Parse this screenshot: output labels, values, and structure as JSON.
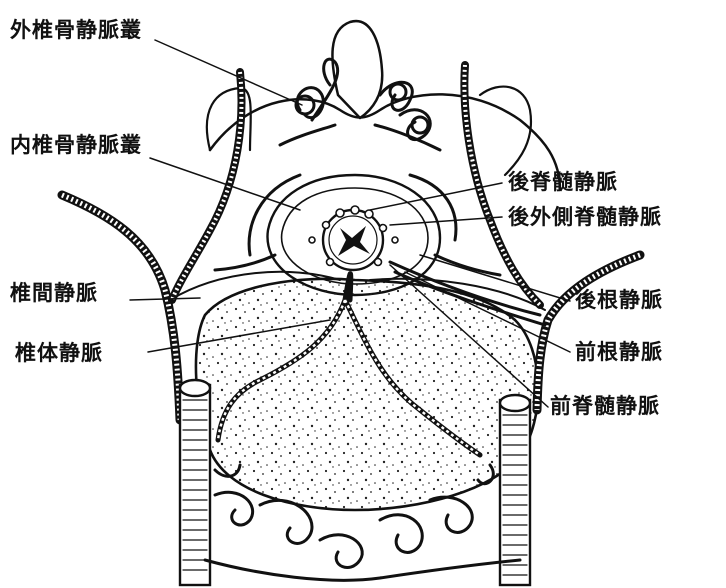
{
  "diagram": {
    "labels": {
      "external_plexus": "外椎骨静脈叢",
      "internal_plexus": "内椎骨静脈叢",
      "posterior_spinal": "後脊髄静脈",
      "posterolateral_spinal": "後外側脊髄静脈",
      "intervertebral": "椎間静脈",
      "posterior_root": "後根静脈",
      "basivertebral": "椎体静脈",
      "anterior_root": "前根静脈",
      "anterior_spinal": "前脊髄静脈"
    }
  }
}
